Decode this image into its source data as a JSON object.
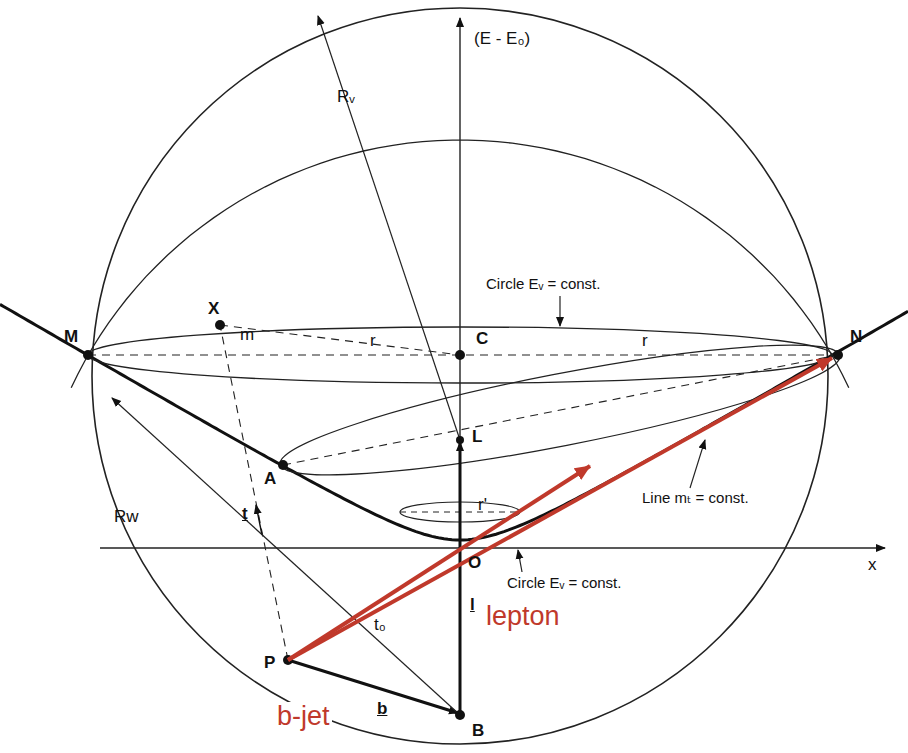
{
  "diagram": {
    "labels": [
      "(E - E₀)",
      "Rᵥ",
      "Circle Eᵥ = const.",
      "X",
      "m",
      "C",
      "r",
      "r",
      "M",
      "N",
      "L",
      "A",
      "Line mₜ = const.",
      "r'",
      "x",
      "O",
      "Circle Eᵥ = const.",
      "Rw",
      "t",
      "t₀",
      "P",
      "l",
      "lepton",
      "b",
      "b-jet",
      "B"
    ]
  }
}
